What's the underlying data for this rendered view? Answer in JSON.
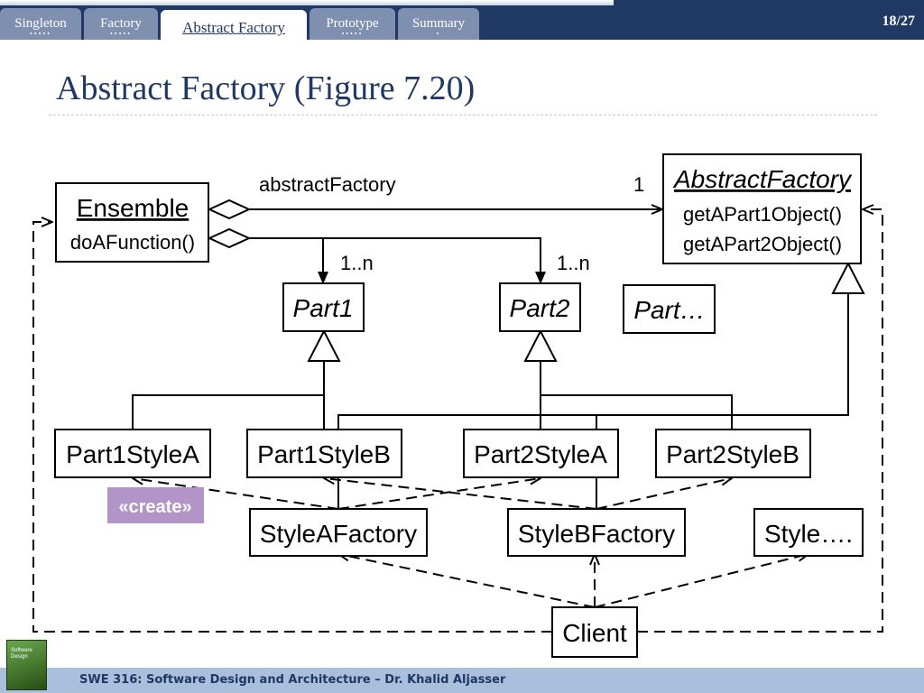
{
  "tabs": [
    {
      "label": "Singleton",
      "dots": "•••••"
    },
    {
      "label": "Factory",
      "dots": "•••••"
    },
    {
      "label": "Abstract Factory",
      "dots": "•••••••"
    },
    {
      "label": "Prototype",
      "dots": "•••••"
    },
    {
      "label": "Summary",
      "dots": "•"
    }
  ],
  "page_number": "18/27",
  "title": "Abstract Factory (Figure 7.20)",
  "footer": "SWE 316: Software Design and Architecture – Dr. Khalid Aljasser",
  "book_cover_text": "Software Design",
  "diagram": {
    "ensemble": {
      "name": "Ensemble",
      "operation": "doAFunction()"
    },
    "abstract_factory": {
      "name": "AbstractFactory",
      "op1": "getAPart1Object()",
      "op2": "getAPart2Object()"
    },
    "association_label": "abstractFactory",
    "multiplicity_one": "1",
    "multiplicity_part1": "1..n",
    "multiplicity_part2": "1..n",
    "part1": "Part1",
    "part2": "Part2",
    "part_more": "Part…",
    "part1_style_a": "Part1StyleA",
    "part1_style_b": "Part1StyleB",
    "part2_style_a": "Part2StyleA",
    "part2_style_b": "Part2StyleB",
    "style_a_factory": "StyleAFactory",
    "style_b_factory": "StyleBFactory",
    "style_more": "Style….",
    "client": "Client",
    "create_label": "«create»",
    "create_color": "#b394c6"
  }
}
